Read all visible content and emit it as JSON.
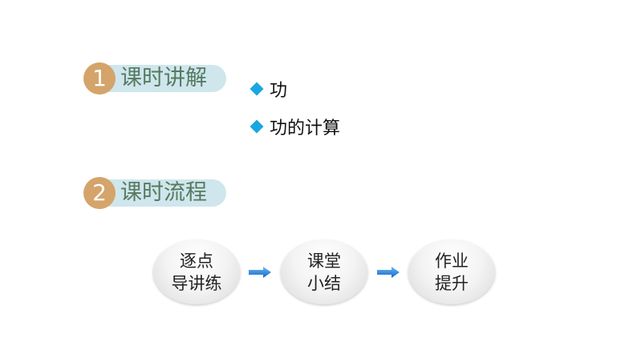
{
  "sections": [
    {
      "number": "1",
      "title": "课时讲解"
    },
    {
      "number": "2",
      "title": "课时流程"
    }
  ],
  "bullets": [
    "功",
    "功的计算"
  ],
  "flow": [
    {
      "line1": "逐点",
      "line2": "导讲练"
    },
    {
      "line1": "课堂",
      "line2": "小结"
    },
    {
      "line1": "作业",
      "line2": "提升"
    }
  ],
  "colors": {
    "badge": "#d4a46a",
    "pill": "#cfe6ec",
    "title": "#567a60",
    "diamond": "#1aa6e0",
    "arrow": "#1a7fd6"
  }
}
